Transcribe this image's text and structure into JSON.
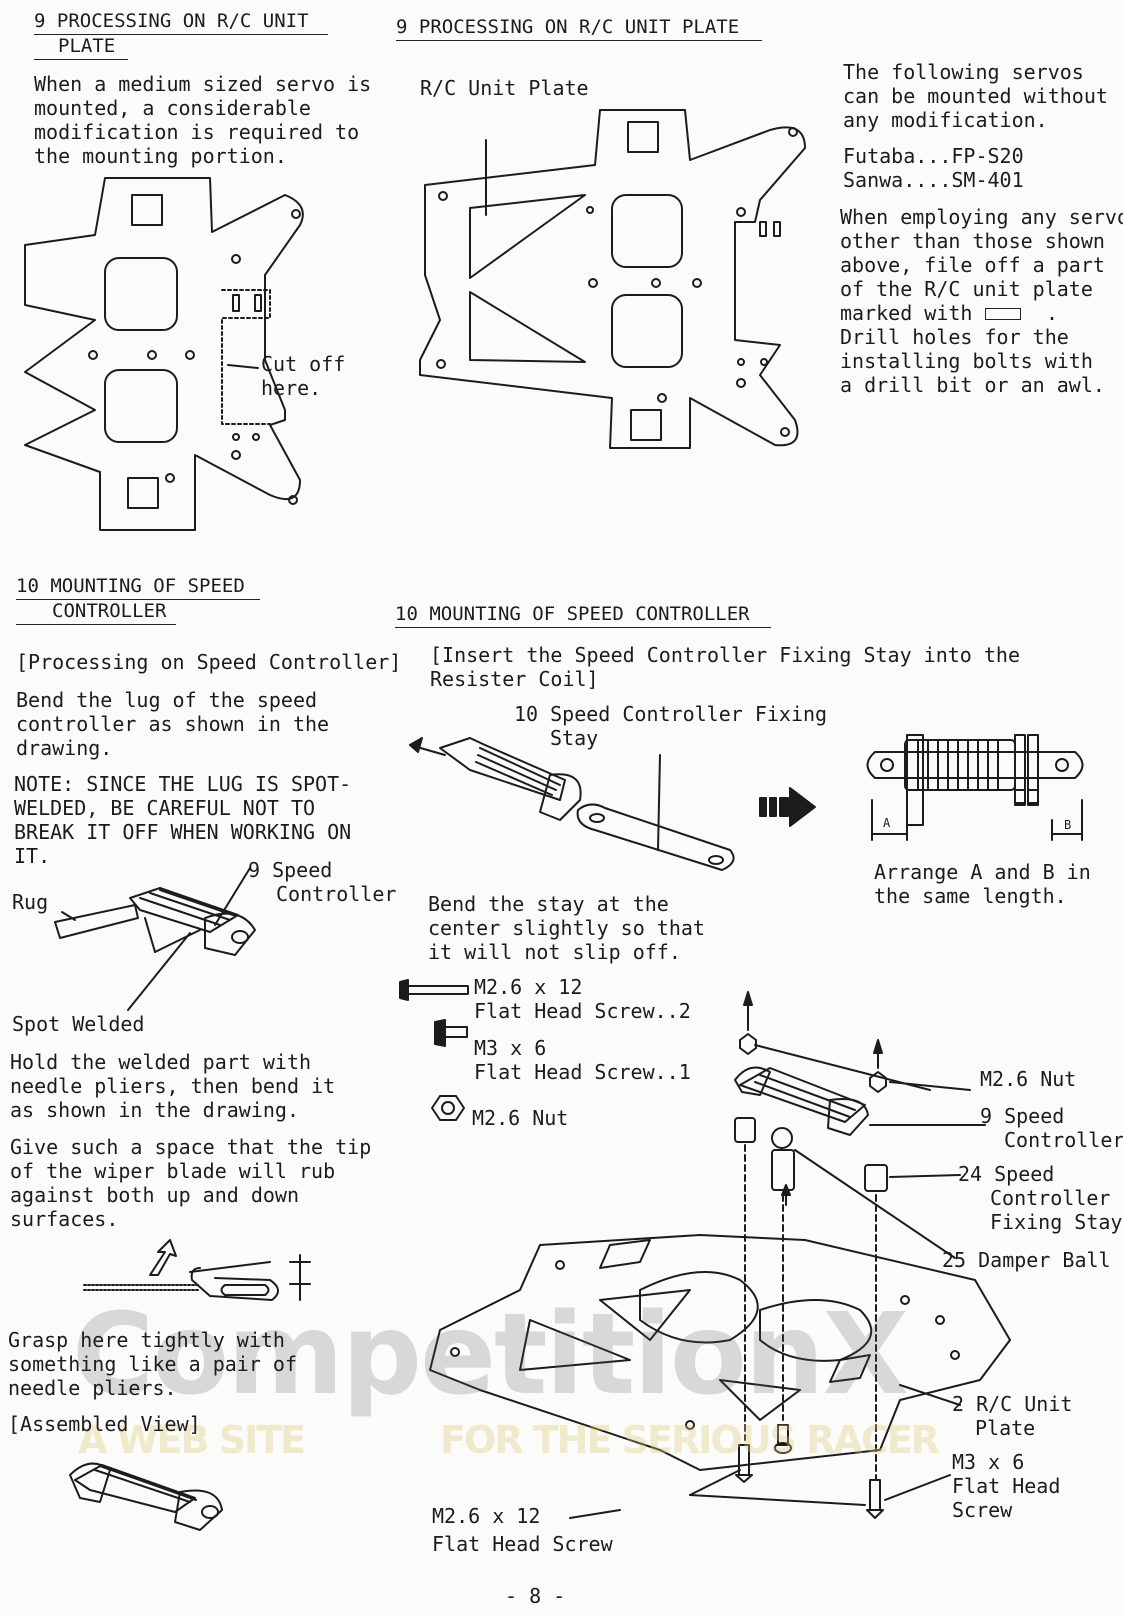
{
  "s9_left": {
    "title_line1": "9 PROCESSING ON R/C UNIT",
    "title_line2": "PLATE",
    "body": [
      "When a medium sized servo is",
      "mounted, a considerable",
      "modification is required to",
      "the mounting portion."
    ],
    "cut_label": [
      "Cut off",
      "here."
    ]
  },
  "s9_right": {
    "title": "9 PROCESSING ON R/C UNIT PLATE",
    "plate_label": "R/C Unit Plate",
    "servo_intro": [
      "The following servos",
      "can be mounted without",
      "any modification."
    ],
    "servos": [
      "Futaba...FP-S20",
      "Sanwa....SM-401"
    ],
    "instructions": [
      "When employing any servo",
      "other than those shown",
      "above, file off a part",
      "of the R/C unit plate",
      "marked with",
      "Drill holes for the",
      "installing bolts with",
      "a drill bit or an awl."
    ]
  },
  "s10_left": {
    "title_line1": "10 MOUNTING OF SPEED",
    "title_line2": "CONTROLLER",
    "subheading": "[Processing on Speed Controller]",
    "body": [
      "Bend the lug of the speed",
      "controller as shown in the",
      "drawing."
    ],
    "note": [
      "NOTE: SINCE THE LUG IS SPOT-",
      "WELDED, BE CAREFUL NOT TO",
      "BREAK IT OFF WHEN WORKING ON",
      "IT."
    ],
    "rug_label": "Rug",
    "speed_controller_label": [
      "9 Speed",
      "Controller"
    ],
    "spot_welded_label": "Spot Welded",
    "hold_text": [
      "Hold the welded part with",
      "needle pliers, then bend it",
      "as shown in the drawing."
    ],
    "space_text": [
      "Give such a space that the tip",
      "of the wiper blade will rub",
      "against both up and down",
      "surfaces."
    ],
    "grasp_text": [
      "Grasp here tightly with",
      "something like a pair of",
      "needle pliers."
    ],
    "assembled_label": "[Assembled View]"
  },
  "s10_right": {
    "title": "10 MOUNTING OF SPEED CONTROLLER",
    "subheading": [
      "[Insert the Speed Controller Fixing Stay into the",
      "Resister Coil]"
    ],
    "stay_label": [
      "10 Speed Controller Fixing",
      "Stay"
    ],
    "bend_text": [
      "Bend the stay at the",
      "center slightly so that",
      "it will not slip off."
    ],
    "arrange_text": [
      "Arrange A and B in",
      "the same length."
    ],
    "dim_a": "A",
    "dim_b": "B",
    "parts": [
      {
        "name": "M2.6 x 12",
        "desc": "Flat Head Screw..2"
      },
      {
        "name": "M3 x 6",
        "desc": "Flat Head Screw..1"
      },
      {
        "name": "M2.6 Nut",
        "desc": ""
      }
    ],
    "callouts": {
      "nut": "M2.6 Nut",
      "controller": [
        "9 Speed",
        "Controller"
      ],
      "stay": [
        "24 Speed",
        "Controller",
        "Fixing Stay"
      ],
      "damper": "25 Damper Ball",
      "plate": [
        "2 R/C Unit",
        "Plate"
      ],
      "m3": [
        "M3 x 6",
        "Flat Head",
        "Screw"
      ],
      "m26": [
        "M2.6 x 12",
        "Flat Head Screw"
      ]
    }
  },
  "watermark": {
    "brand": "CompetitionX",
    "tagline_left": "A WEB SITE",
    "tagline_right": "FOR THE SERIOUS RACER"
  },
  "footer": {
    "page": "- 8 -"
  }
}
